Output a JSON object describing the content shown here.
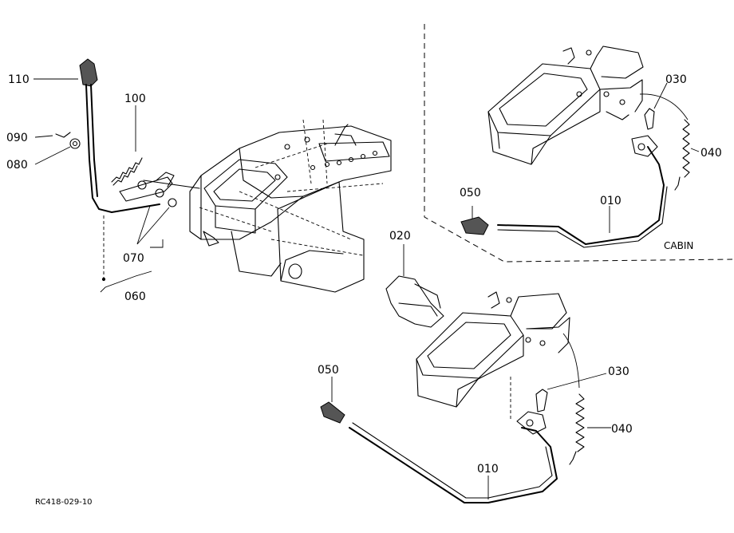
{
  "diagram": {
    "labels": {
      "p110": "110",
      "p100": "100",
      "p090": "090",
      "p080": "080",
      "p070": "070",
      "p060": "060",
      "p050_upper": "050",
      "p010_upper": "010",
      "p030_upper": "030",
      "p040_upper": "040",
      "cabin": "CABIN",
      "p020": "020",
      "p050_lower": "050",
      "p030_lower": "030",
      "p040_lower": "040",
      "p010_lower": "010",
      "ref": "RC418-029-10"
    }
  }
}
